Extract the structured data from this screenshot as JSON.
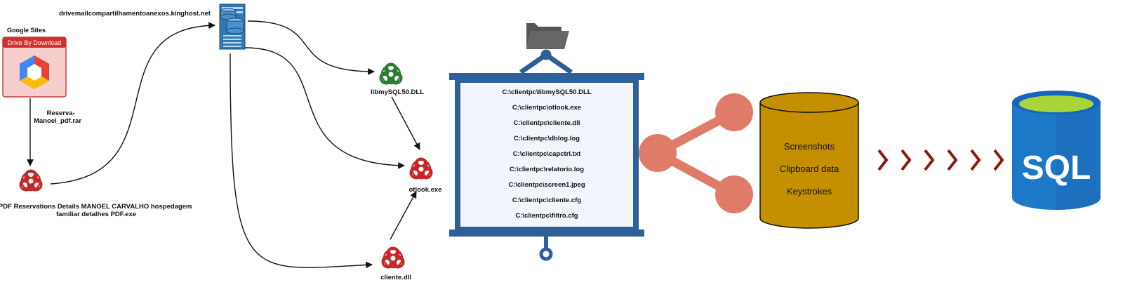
{
  "google_sites": {
    "title": "Google Sites",
    "banner": "Drive By Download",
    "icon": "google-sites-icon",
    "banner_color": "#d32f2f",
    "box_color": "#f8cecc"
  },
  "server": {
    "hostname": "drivemailcompartilhamentoanexos.kinghost.net",
    "icon": "server-icon"
  },
  "archive": {
    "line1": "Reserva-",
    "line2": "Manoel_pdf.rar"
  },
  "dropper": {
    "line1": "PDF Reservations Details MANOEL CARVALHO hospedagem",
    "line2": "familiar detalhes PDF.exe",
    "icon": "biohazard-icon",
    "color": "#c62828"
  },
  "libmysql": {
    "label": "libmySQL50.DLL",
    "icon": "biohazard-icon",
    "color": "#2e7d32"
  },
  "otlook": {
    "label": "otlook.exe",
    "icon": "biohazard-icon",
    "color": "#c62828"
  },
  "cliente": {
    "label": "cliente.dll",
    "icon": "biohazard-icon",
    "color": "#c62828"
  },
  "board": {
    "icon": "folder-icon",
    "frame_color": "#2f5f99",
    "paths": [
      "C:\\clientpc\\libmySQL50.DLL",
      "C:\\clientpc\\otlook.exe",
      "C:\\clientpc\\cliente.dll",
      "C:\\clientpc\\dblog.log",
      "C:\\clientpc\\capctrl.txt",
      "C:\\clientpc\\relatorio.log",
      "C:\\clientpc\\screen1.jpeg",
      "C:\\clientpc\\cliente.cfg",
      "C:\\clientpc\\filtro.cfg"
    ]
  },
  "share": {
    "icon": "share-icon",
    "color": "#e07b6a"
  },
  "collected": {
    "items": [
      "Screenshots",
      "Clipboard data",
      "Keystrokes"
    ],
    "color": "#c49000"
  },
  "chevrons": {
    "count": 6,
    "icon": "chevron-right-icon",
    "color": "#8b1a10"
  },
  "sql": {
    "label": "SQL",
    "icon": "sql-database-icon",
    "color": "#1e78c8",
    "top_color": "#a8d63a"
  }
}
